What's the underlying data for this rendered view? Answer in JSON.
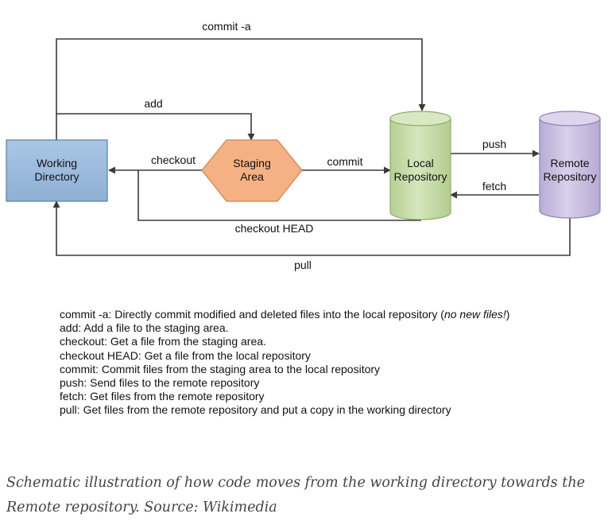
{
  "diagram": {
    "nodes": {
      "working": {
        "line1": "Working",
        "line2": "Directory",
        "fill": "#94b6d9",
        "stroke": "#5b7fa6"
      },
      "staging": {
        "line1": "Staging",
        "line2": "Area",
        "fill": "#f5b183",
        "stroke": "#c98556"
      },
      "local": {
        "line1": "Local",
        "line2": "Repository",
        "fill": "#c6dca8",
        "stroke": "#8fac6b"
      },
      "remote": {
        "line1": "Remote",
        "line2": "Repository",
        "fill": "#c9bfdf",
        "stroke": "#8f83b0"
      }
    },
    "edges": {
      "commit_a": "commit -a",
      "add": "add",
      "checkout": "checkout",
      "commit": "commit",
      "push": "push",
      "fetch": "fetch",
      "checkout_head": "checkout HEAD",
      "pull": "pull"
    },
    "line_color": "#3a3a3a"
  },
  "legend": {
    "commit_a_text": "commit -a: Directly commit modified and deleted files into the local repository (",
    "commit_a_em": "no new files!",
    "commit_a_close": ")",
    "add": "add: Add a file to the staging area.",
    "checkout": "checkout: Get a file from the staging area.",
    "checkout_head": "checkout HEAD: Get a file from the local repository",
    "commit": "commit: Commit files from the staging area to the local repository",
    "push": "push: Send files to the remote repository",
    "fetch": "fetch: Get files from the remote repository",
    "pull": "pull: Get files from the remote repository and put a copy in the working directory"
  },
  "caption": "Schematic illustration of how code moves from the working directory towards the Remote repository. Source: Wikimedia"
}
